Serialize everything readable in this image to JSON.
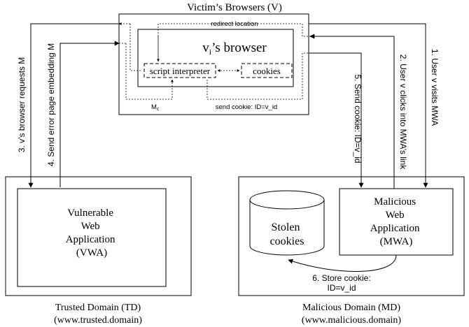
{
  "victim": {
    "title": "Victim’s Browsers (V)",
    "browser_label": "v",
    "browser_sub": "i",
    "browser_suffix": "’s browser",
    "script_interpreter": "script interpreter",
    "cookies": "cookies",
    "redirect_location": "redirect location",
    "mc_prefix": "M",
    "mc_sub": "c",
    "send_cookie": "send cookie: ID=v_id"
  },
  "trusted": {
    "app_lines": [
      "Vulnerable",
      "Web",
      "Application",
      "(VWA)"
    ],
    "domain_name": "Trusted Domain (TD)",
    "domain_url": "(www.trusted.domain)"
  },
  "malicious": {
    "app_lines": [
      "Malicious",
      "Web",
      "Application",
      "(MWA)"
    ],
    "stolen_lines": [
      "Stolen",
      "cookies"
    ],
    "domain_name": "Malicious Domain (MD)",
    "domain_url": "(www.malicious.domain)"
  },
  "steps": {
    "s1": "1. User v visits MWA",
    "s2": "2. User v clicks into MWA’s link",
    "s3": "3. v’s browser requests M",
    "s4": "4. Send error page embedding M",
    "s5": "5. Send cookie: ID=v_id",
    "s6a": "6. Store cookie:",
    "s6b": "ID=v_id"
  }
}
